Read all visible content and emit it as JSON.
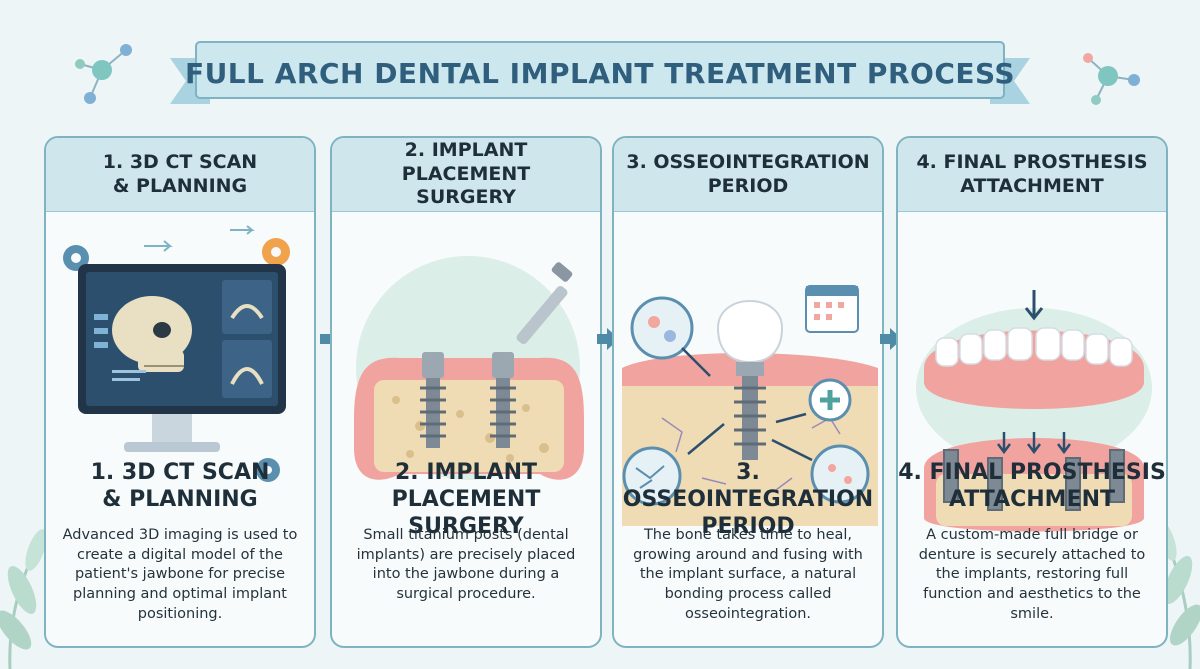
{
  "banner": {
    "title": "FULL ARCH DENTAL IMPLANT TREATMENT PROCESS"
  },
  "steps": [
    {
      "header": "1. 3D CT SCAN\n& PLANNING",
      "title": "1. 3D CT SCAN\n& PLANNING",
      "description": "Advanced 3D imaging is used to create a digital model of the patient's jawbone for precise planning and optimal implant positioning."
    },
    {
      "header": "2. IMPLANT PLACEMENT\nSURGERY",
      "title": "2. IMPLANT PLACEMENT\nSURGERY",
      "description": "Small titanium posts (dental implants) are precisely placed into the jawbone during a surgical procedure."
    },
    {
      "header": "3. OSSEOINTEGRATION\nPERIOD",
      "title": "3. OSSEOINTEGRATION\nPERIOD",
      "description": "The bone takes time to heal, growing around and fusing with the implant surface, a natural bonding process called osseointegration."
    },
    {
      "header": "4. FINAL PROSTHESIS\nATTACHMENT",
      "title": "4. FINAL PROSTHESIS\nATTACHMENT",
      "description": "A custom-made full bridge or denture is securely attached to the implants, restoring full function and aesthetics to the smile."
    }
  ],
  "colors": {
    "banner_text": "#2f5f7d",
    "card_border": "#7fb3c2",
    "card_header_bg": "#cfe6ec",
    "gum": "#f1a3a0",
    "bone": "#f0dcb4",
    "arrow": "#4f8aa6"
  }
}
